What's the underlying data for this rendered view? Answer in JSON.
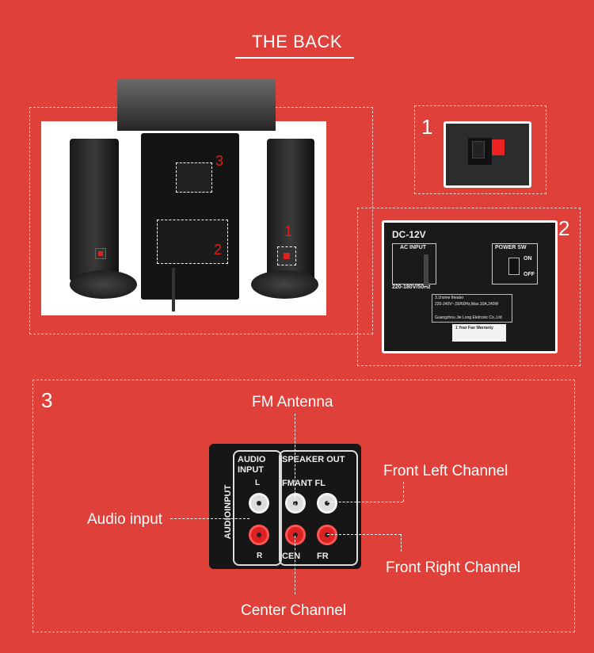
{
  "header": {
    "title": "THE BACK"
  },
  "callouts": {
    "one": "1",
    "two": "2",
    "three": "3"
  },
  "panel2": {
    "dc": "DC-12V",
    "ac_input": "AC INPUT",
    "voltage": "220-180V/50Hz",
    "power_sw": "POWER SW",
    "on": "ON",
    "off": "OFF",
    "model_line": "3.1home theater",
    "spec_line": "220-240V~,50/60Hz,Max.10A,240W",
    "maker_line": "Guangzhou Jie Long Eletronic Co.,Ltd",
    "warranty": "1 Year Fan Warranty"
  },
  "panel3": {
    "audio_input_header": "AUDIO INPUT",
    "speaker_out_header": "SPEAKER OUT",
    "side_label": "AUDIOINPUT",
    "l": "L",
    "r": "R",
    "fmant_fl": "FMANT FL",
    "cen": "CEN",
    "fr": "FR",
    "labels": {
      "fm_antenna": "FM Antenna",
      "front_left": "Front Left Channel",
      "audio_input": "Audio input",
      "front_right": "Front Right Channel",
      "center": "Center Channel"
    }
  },
  "colors": {
    "background": "#e0403a",
    "panel": "#1d1d1d",
    "jack_red": "#d22222",
    "jack_white": "#dddddd"
  }
}
